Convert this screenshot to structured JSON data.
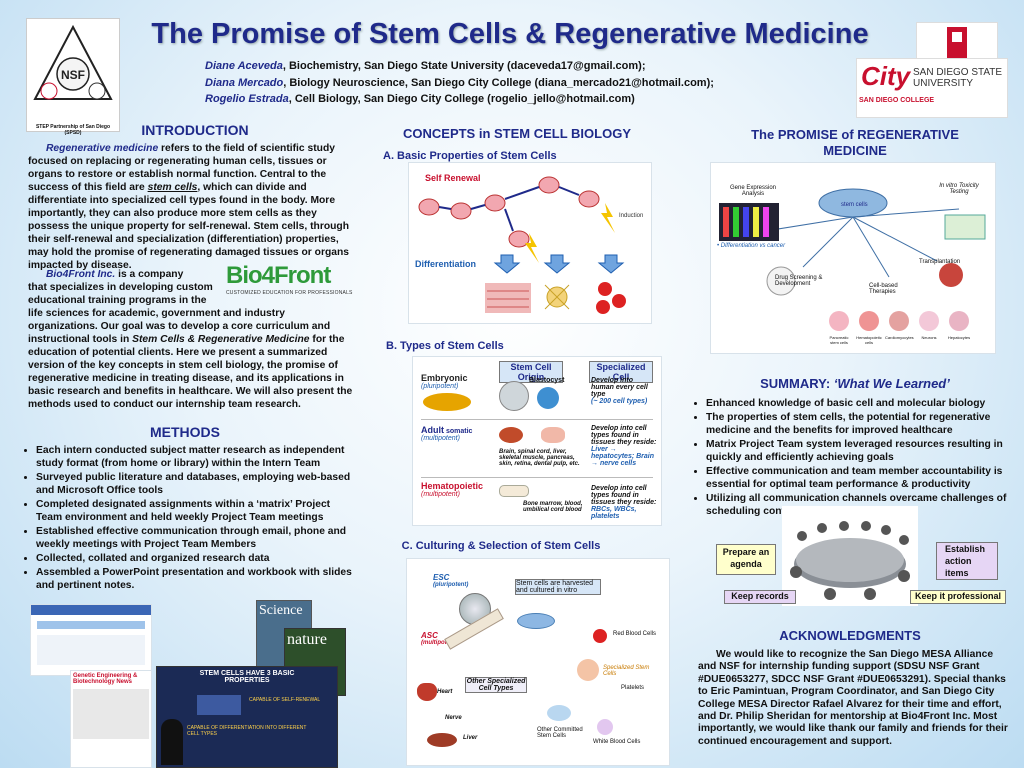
{
  "header": {
    "title": "The Promise of Stem Cells & Regenerative Medicine",
    "authors": [
      {
        "name": "Diane Aceveda",
        "info": ", Biochemistry, San Diego State University (daceveda17@gmail.com);"
      },
      {
        "name": "Diana Mercado",
        "info": ", Biology Neuroscience, San Diego City College (diana_mercado21@hotmail.com);"
      },
      {
        "name": "Rogelio Estrada",
        "info": ", Cell Biology, San Diego City College (rogelio_jello@hotmail.com)"
      }
    ],
    "nsf_caption": "STEP Partnership of San Diego (SPSD)",
    "nsf_logo_text": "NSF",
    "sdsu_logo_text": "SAN DIEGO STATE UNIVERSITY",
    "city_logo_text": "City",
    "city_logo_sub": "SAN DIEGO COLLEGE"
  },
  "intro": {
    "heading": "INTRODUCTION",
    "p1_lead": "Regenerative medicine",
    "p1_a": " refers to the field of scientific study focused on replacing or regenerating human cells, tissues or organs to restore or establish normal function. Central to the success of this field are ",
    "p1_term": "stem cells",
    "p1_b": ", which can divide and differentiate into specialized cell types found in the body. More importantly, they can also produce more stem cells as they possess the unique property for self-renewal. Stem cells, through their self-renewal and specialization (differentiation) properties, may hold the promise of regenerating damaged tissues or organs impacted by disease.",
    "p2_lead": "Bio4Front Inc.",
    "p2_a": " is a company",
    "p2_l2": "that specializes in developing custom",
    "p2_l3": "educational training programs in the",
    "p2_b": "life sciences for academic, government and industry organizations. Our goal was to develop a core curriculum and instructional tools in ",
    "p2_term": "Stem Cells & Regenerative Medicine",
    "p2_c": " for the education of potential clients. Here we present a summarized version of the key concepts in stem cell biology, the promise of regenerative medicine in treating disease, and its applications in basic research and benefits in healthcare. We will also present the methods used to conduct our internship team research.",
    "bio4front_logo": "Bio4Front",
    "bio4front_tagline": "CUSTOMIZED EDUCATION FOR PROFESSIONALS"
  },
  "methods": {
    "heading": "METHODS",
    "items": [
      "Each intern conducted subject matter research as independent study format (from home or library) within the Intern Team",
      "Surveyed public literature and databases, employing web-based and Microsoft Office tools",
      "Completed designated assignments within a ‘matrix’ Project Team environment and held weekly Project Team meetings",
      "Established effective communication through email, phone and weekly meetings with Project Team Members",
      "Collected, collated and organized research data",
      "Assembled a PowerPoint presentation and workbook with slides and pertinent notes."
    ],
    "science_cover": "Science",
    "nature_cover": "nature",
    "journal_title": "Genetic Engineering & Biotechnology News",
    "slide_title": "STEM CELLS HAVE 3 BASIC PROPERTIES",
    "slide_items": [
      "CAPABLE OF SELF-RENEWAL",
      "CAPABLE OF DIFFERENTIATION INTO DIFFERENT CELL TYPES"
    ]
  },
  "concepts": {
    "heading": "CONCEPTS in STEM CELL BIOLOGY",
    "a_label": "A.  Basic Properties of Stem Cells",
    "a_fig": {
      "self_renewal": "Self Renewal",
      "induction": "Induction",
      "differentiation": "Differentiation"
    },
    "b_label": "B.  Types of Stem Cells",
    "b_fig": {
      "col1": "Stem Cell Origin",
      "col2": "Specialized Cell",
      "rows": [
        {
          "type": "Embryonic",
          "sub": "(pluripotent)",
          "origin": "Blastocyst",
          "desc": "Develop into human every cell type",
          "note": "(~ 200 cell types)"
        },
        {
          "type": "Adult",
          "type2": "somatic",
          "sub": "(multipotent)",
          "origin": "Brain, spinal cord, liver, skeletal muscle, pancreas, skin, retina, dental pulp, etc.",
          "desc": "Develop into cell types found in tissues they reside:",
          "note": "Liver → hepatocytes; Brain → nerve cells"
        },
        {
          "type": "Hematopoietic",
          "sub": "(multipotent)",
          "origin": "Bone marrow, blood, umbilical cord blood",
          "desc": "Develop into cell types found in tissues they reside:",
          "note": "RBCs, WBCs, platelets"
        }
      ]
    },
    "c_label": "C.  Culturing & Selection of Stem Cells",
    "c_fig": {
      "esc": "ESC",
      "esc_sub": "(pluripotent)",
      "asc": "ASC",
      "asc_sub": "(multipotent)",
      "harvest": "Stem cells are harvested and cultured in vitro",
      "other": "Other Specialized Cell Types",
      "heart": "Heart",
      "nerve": "Nerve",
      "liver": "Liver",
      "red_blood": "Red Blood Cells",
      "platelets": "Platelets",
      "specialized": "Specialized Stem Cells",
      "other_committed": "Other Committed Stem Cells",
      "white_blood": "White Blood Cells"
    }
  },
  "promise": {
    "heading": "The PROMISE of REGENERATIVE MEDICINE",
    "fig": {
      "gene": "Gene Expression Analysis",
      "toxicity": "In vitro Toxicity Testing",
      "stem": "stem cells",
      "diff_cancer": "• Differentiation vs cancer",
      "transplant": "Transplantation",
      "drug": "Drug Screening & Development",
      "therapies": "Cell-based Therapies",
      "cells": [
        "Pancreatic stem cells",
        "Hematopoietic cells",
        "Cardiomyocytes",
        "Neurons",
        "Hepatocytes"
      ]
    }
  },
  "summary": {
    "heading_a": "SUMMARY:",
    "heading_b": "‘What We Learned’",
    "items": [
      "Enhanced knowledge of basic cell and molecular biology",
      "The properties of stem cells, the potential for regenerative medicine and the benefits for improved healthcare",
      "Matrix Project Team system leveraged resources resulting in quickly and efficiently achieving goals",
      "Effective communication and team member accountability is essential for optimal team performance & productivity",
      "Utilizing all communication channels overcame challenges of scheduling conflicts"
    ],
    "tags": {
      "agenda": "Prepare an agenda",
      "action": "Establish action items",
      "records": "Keep records",
      "professional": "Keep it professional"
    }
  },
  "ack": {
    "heading": "ACKNOWLEDGMENTS",
    "text": "We would like to recognize the San Diego MESA Alliance and NSF for internship funding support (SDSU NSF Grant #DUE0653277, SDCC NSF Grant #DUE0653291). Special thanks to Eric Pamintuan, Program Coordinator, and San Diego City College MESA Director Rafael Alvarez for their time and effort, and Dr. Philip Sheridan for mentorship at Bio4Front Inc. Most importantly, we would like thank our family and friends for their continued encouragement and support."
  },
  "colors": {
    "heading": "#1f2a8a",
    "accent_red": "#c8102e",
    "tag_yellow": "#ffffcc",
    "tag_purple": "#e6d6f5"
  }
}
